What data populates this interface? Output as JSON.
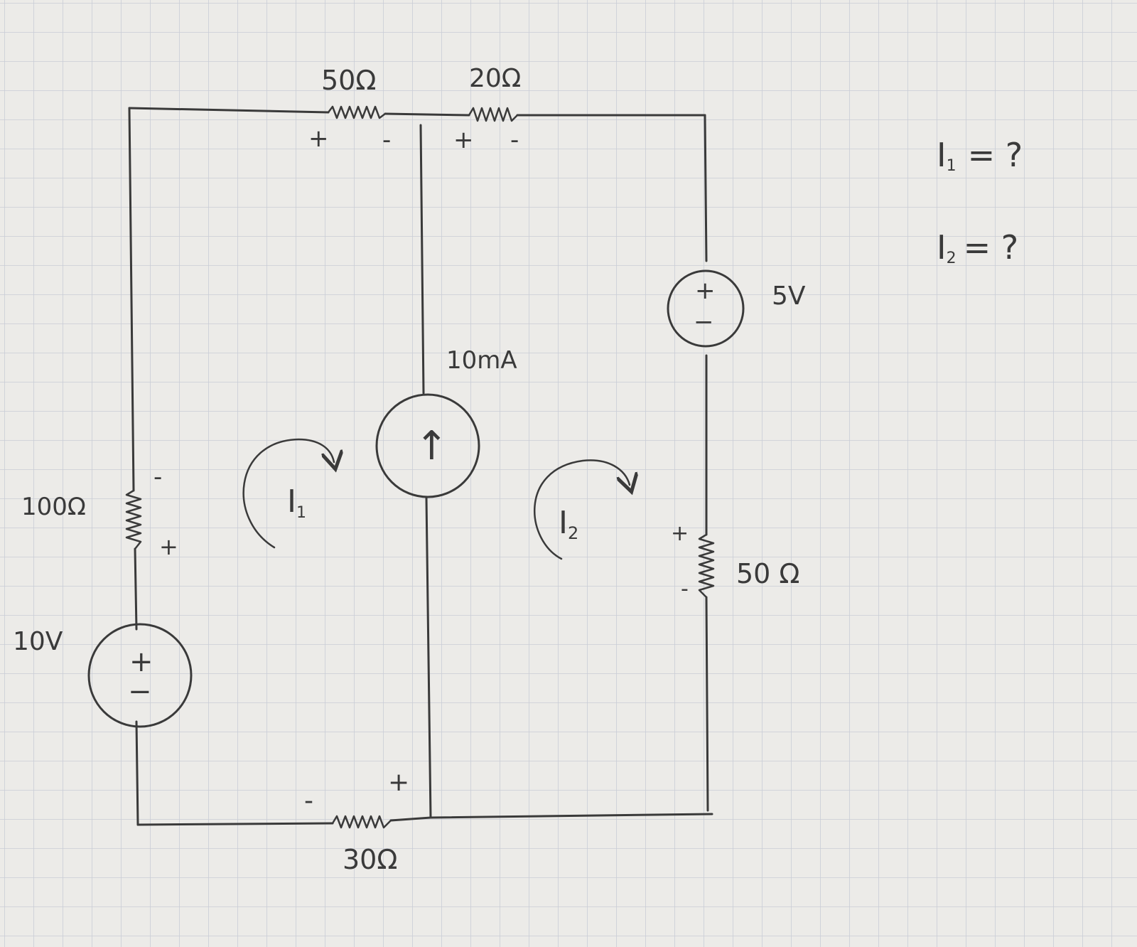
{
  "components": {
    "r_top_left": {
      "value": "50Ω",
      "polarity_plus": "+",
      "polarity_minus": "-"
    },
    "r_top_right": {
      "value": "20Ω",
      "polarity_plus": "+",
      "polarity_minus": "-"
    },
    "r_left": {
      "value": "100Ω",
      "polarity_plus": "+",
      "polarity_minus": "-"
    },
    "r_right": {
      "value": "50 Ω",
      "polarity_plus": "+",
      "polarity_minus": "-"
    },
    "r_bottom": {
      "value": "30Ω",
      "polarity_plus": "+",
      "polarity_minus": "-"
    },
    "v_left": {
      "value": "10V",
      "plus": "+",
      "minus": "−"
    },
    "v_right": {
      "value": "5V",
      "plus": "+",
      "minus": "−"
    },
    "i_source": {
      "value": "10mA",
      "arrow": "↑"
    }
  },
  "loops": {
    "loop1": {
      "label": "I",
      "sub": "1"
    },
    "loop2": {
      "label": "I",
      "sub": "2"
    }
  },
  "questions": [
    {
      "label": "I",
      "sub": "1",
      "text": "= ?"
    },
    {
      "label": "I",
      "sub": "2",
      "text": "= ?"
    }
  ],
  "colors": {
    "paper": "#ecebe8",
    "grid": "#c9cdd6",
    "ink": "#3a3a3a"
  }
}
